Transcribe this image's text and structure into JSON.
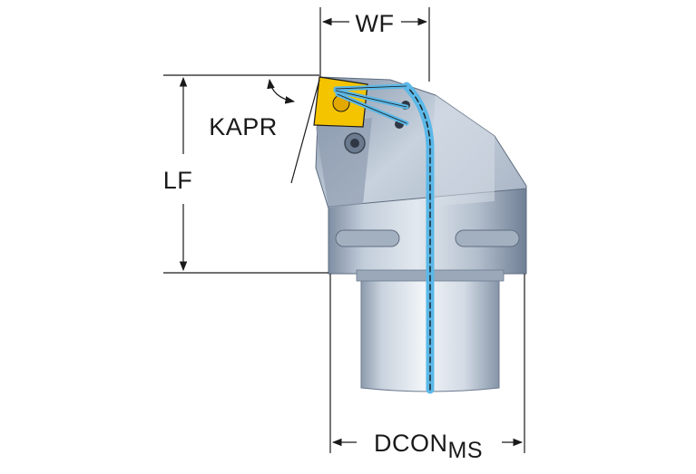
{
  "dimensions": {
    "wf": "WF",
    "kapr": "KAPR",
    "lf": "LF",
    "dcon_main": "DCON",
    "dcon_sub": "MS"
  },
  "colors": {
    "line": "#1a1a1a",
    "body_dark": "#7f8ea3",
    "body_mid": "#a9b6c6",
    "body_light": "#dbe2ea",
    "shank_light": "#eef2f6",
    "shank_dark": "#8d9bad",
    "insert": "#f5c400",
    "coolant": "#5bb8e8"
  }
}
